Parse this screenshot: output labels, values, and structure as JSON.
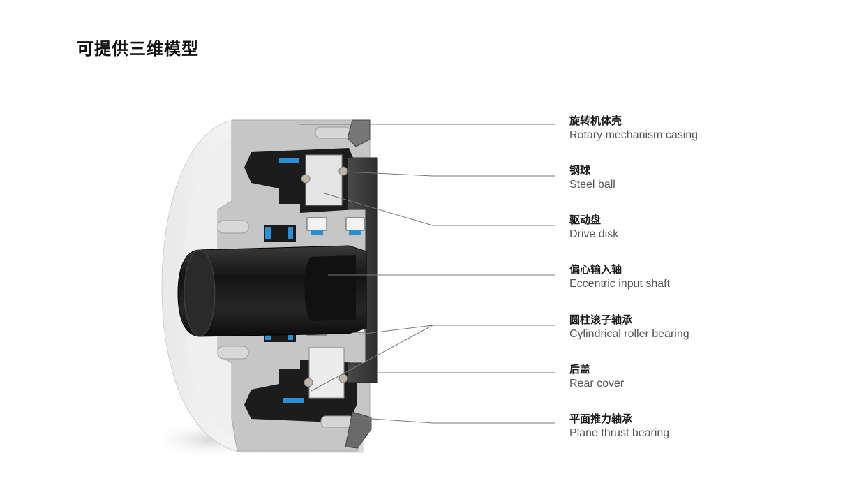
{
  "title": "可提供三维模型",
  "labels": [
    {
      "zh": "旋转机体壳",
      "en": "Rotary mechanism casing"
    },
    {
      "zh": "钢球",
      "en": "Steel ball"
    },
    {
      "zh": "驱动盘",
      "en": "Drive disk"
    },
    {
      "zh": "偏心输入轴",
      "en": "Eccentric input shaft"
    },
    {
      "zh": "圆柱滚子轴承",
      "en": "Cylindrical roller bearing"
    },
    {
      "zh": "后盖",
      "en": "Rear cover"
    },
    {
      "zh": "平面推力轴承",
      "en": "Plane thrust bearing"
    }
  ],
  "colors": {
    "leader_line": "#777777",
    "housing": "#c9c9c9",
    "shaft": "#1d1d1d",
    "seal_blue": "#2b8fd6"
  }
}
